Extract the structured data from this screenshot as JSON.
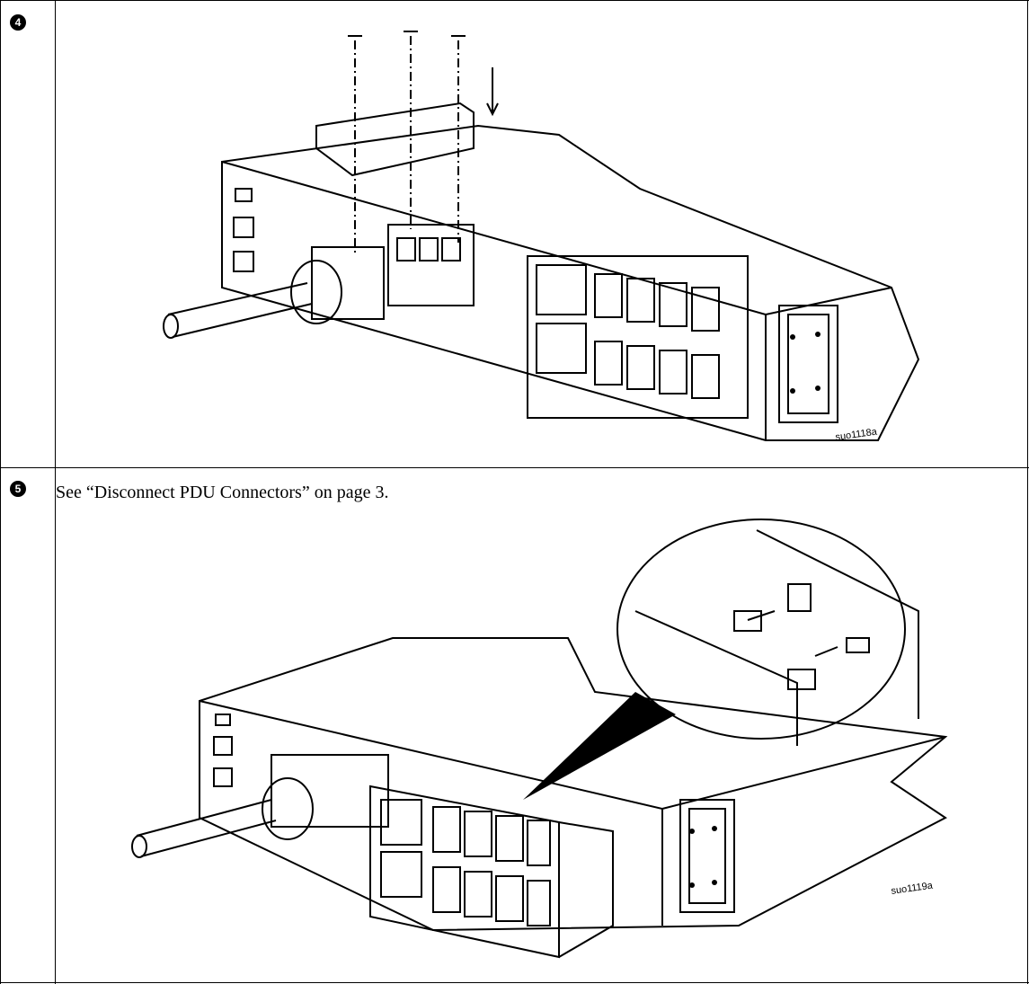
{
  "steps": [
    {
      "number": "4",
      "figure_code": "suo1118a"
    },
    {
      "number": "5",
      "instruction": "See “Disconnect PDU Connectors” on page 3.",
      "figure_code": "suo1119a"
    }
  ]
}
